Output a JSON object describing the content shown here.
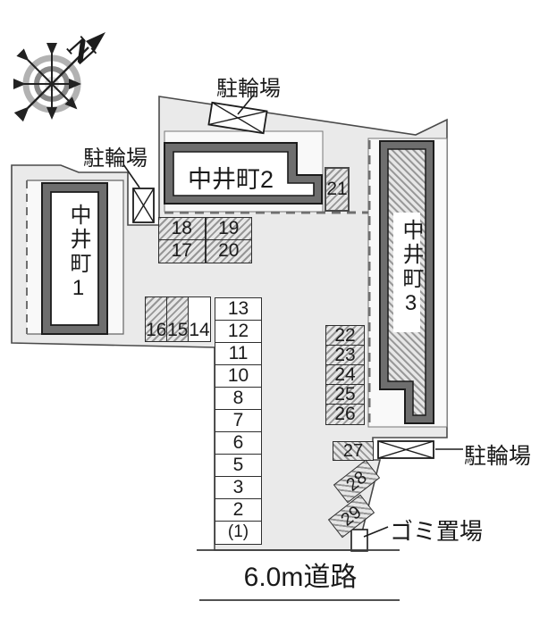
{
  "site_map": {
    "compass": {
      "north_label": "N"
    },
    "road": {
      "label": "6.0m道路"
    },
    "bicycle_parking": {
      "top": "駐輪場",
      "left": "駐輪場",
      "right": "駐輪場"
    },
    "garbage": {
      "label": "ゴミ置場"
    },
    "buildings": {
      "b1": {
        "name": "中井町1"
      },
      "b2": {
        "name": "中井町2"
      },
      "b3": {
        "name": "中井町3"
      }
    },
    "parking_spaces": {
      "column": [
        "13",
        "12",
        "11",
        "10",
        "8",
        "7",
        "6",
        "5",
        "3",
        "2",
        "(1)"
      ],
      "block_top": [
        "18",
        "19",
        "17",
        "20"
      ],
      "row_left": [
        "16",
        "15",
        "14"
      ],
      "column_right": [
        "22",
        "23",
        "24",
        "25",
        "26"
      ],
      "space_21": "21",
      "space_27": "27",
      "space_28": "28",
      "space_29": "29"
    },
    "colors": {
      "site_fill": "#eaeaea",
      "setback_fill": "#f9f9f9",
      "building_border": "#6e6e6e",
      "hatch_stripe": "#969696",
      "outline": "#4a4a4a",
      "compass_ring_outer": "#b2b2b2",
      "compass_ring_inner": "#8a8a8a"
    }
  }
}
